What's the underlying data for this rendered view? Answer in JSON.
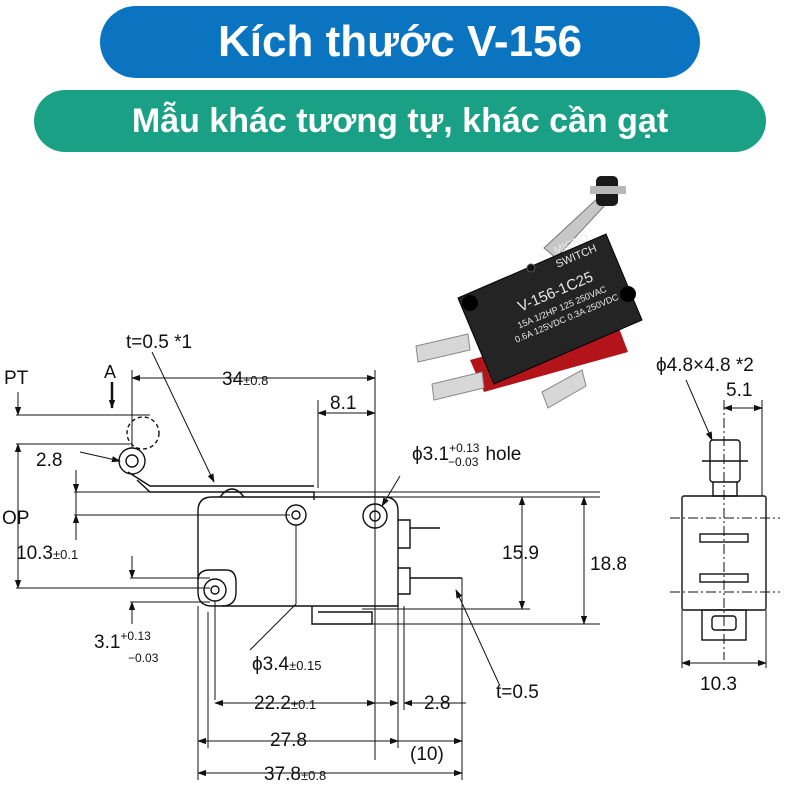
{
  "header": {
    "title": "Kích thước V-156",
    "subtitle": "Mẫu khác tương tự, khác cần gạt"
  },
  "product": {
    "brand_line1": "MICRO",
    "brand_line2": "SWITCH",
    "model": "V-156-1C25",
    "rating1": "15A 1/2HP 125 250VAC",
    "rating2": "0.6A 125VDC 0.3A 250VDC"
  },
  "labels": {
    "pt": "PT",
    "op": "OP",
    "arrow_a": "A",
    "thickness_top": "t=0.5 *1",
    "thickness_bottom": "t=0.5",
    "dim_34": "34",
    "dim_34_tol": "±0.8",
    "dim_8_1": "8.1",
    "dim_2_8_left": "2.8",
    "hole_top_prefix": "ϕ3.1",
    "hole_top_tol_up": "+0.13",
    "hole_top_tol_down": "−0.03",
    "hole_top_suffix": "hole",
    "dim_10_3": "10.3",
    "dim_10_3_tol": "±0.1",
    "dim_15_9": "15.9",
    "dim_18_8": "18.8",
    "dim_3_1": "3.1",
    "dim_3_1_tol_up": "+0.13",
    "dim_3_1_tol_down": "−0.03",
    "dim_3_4": "ϕ3.4",
    "dim_3_4_tol": "±0.15",
    "dim_22_2": "22.2",
    "dim_22_2_tol": "±0.1",
    "dim_2_8_right": "2.8",
    "dim_27_8": "27.8",
    "dim_10_paren": "(10)",
    "dim_37_8": "37.8",
    "dim_37_8_tol": "±0.8",
    "side_roller": "ϕ4.8×4.8 *2",
    "side_5_1": "5.1",
    "side_10_3": "10.3"
  }
}
